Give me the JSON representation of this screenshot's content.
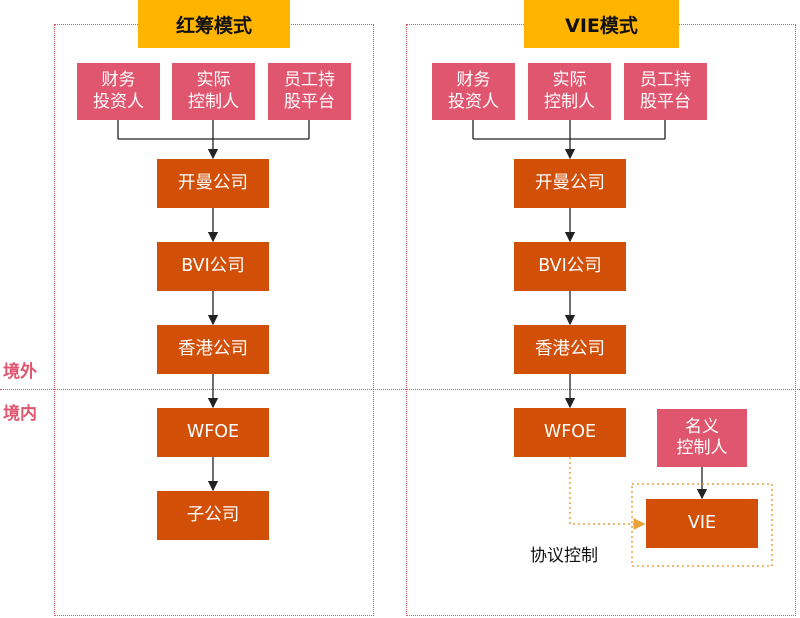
{
  "regions": {
    "overseas": "境外",
    "domestic": "境内"
  },
  "red_chip": {
    "title": "红筹模式",
    "investors": [
      "财务\n投资人",
      "实际\n控制人",
      "员工持\n股平台"
    ],
    "chain": [
      "开曼公司",
      "BVI公司",
      "香港公司",
      "WFOE",
      "子公司"
    ]
  },
  "vie_model": {
    "title": "VIE模式",
    "investors": [
      "财务\n投资人",
      "实际\n控制人",
      "员工持\n股平台"
    ],
    "chain": [
      "开曼公司",
      "BVI公司",
      "香港公司",
      "WFOE"
    ],
    "nominee": "名义\n控制人",
    "vie": "VIE",
    "agreement": "协议控制"
  },
  "colors": {
    "title": "#ffb400",
    "pink": "#e0566f",
    "orange": "#d24f08",
    "frame": "#d9534f"
  }
}
